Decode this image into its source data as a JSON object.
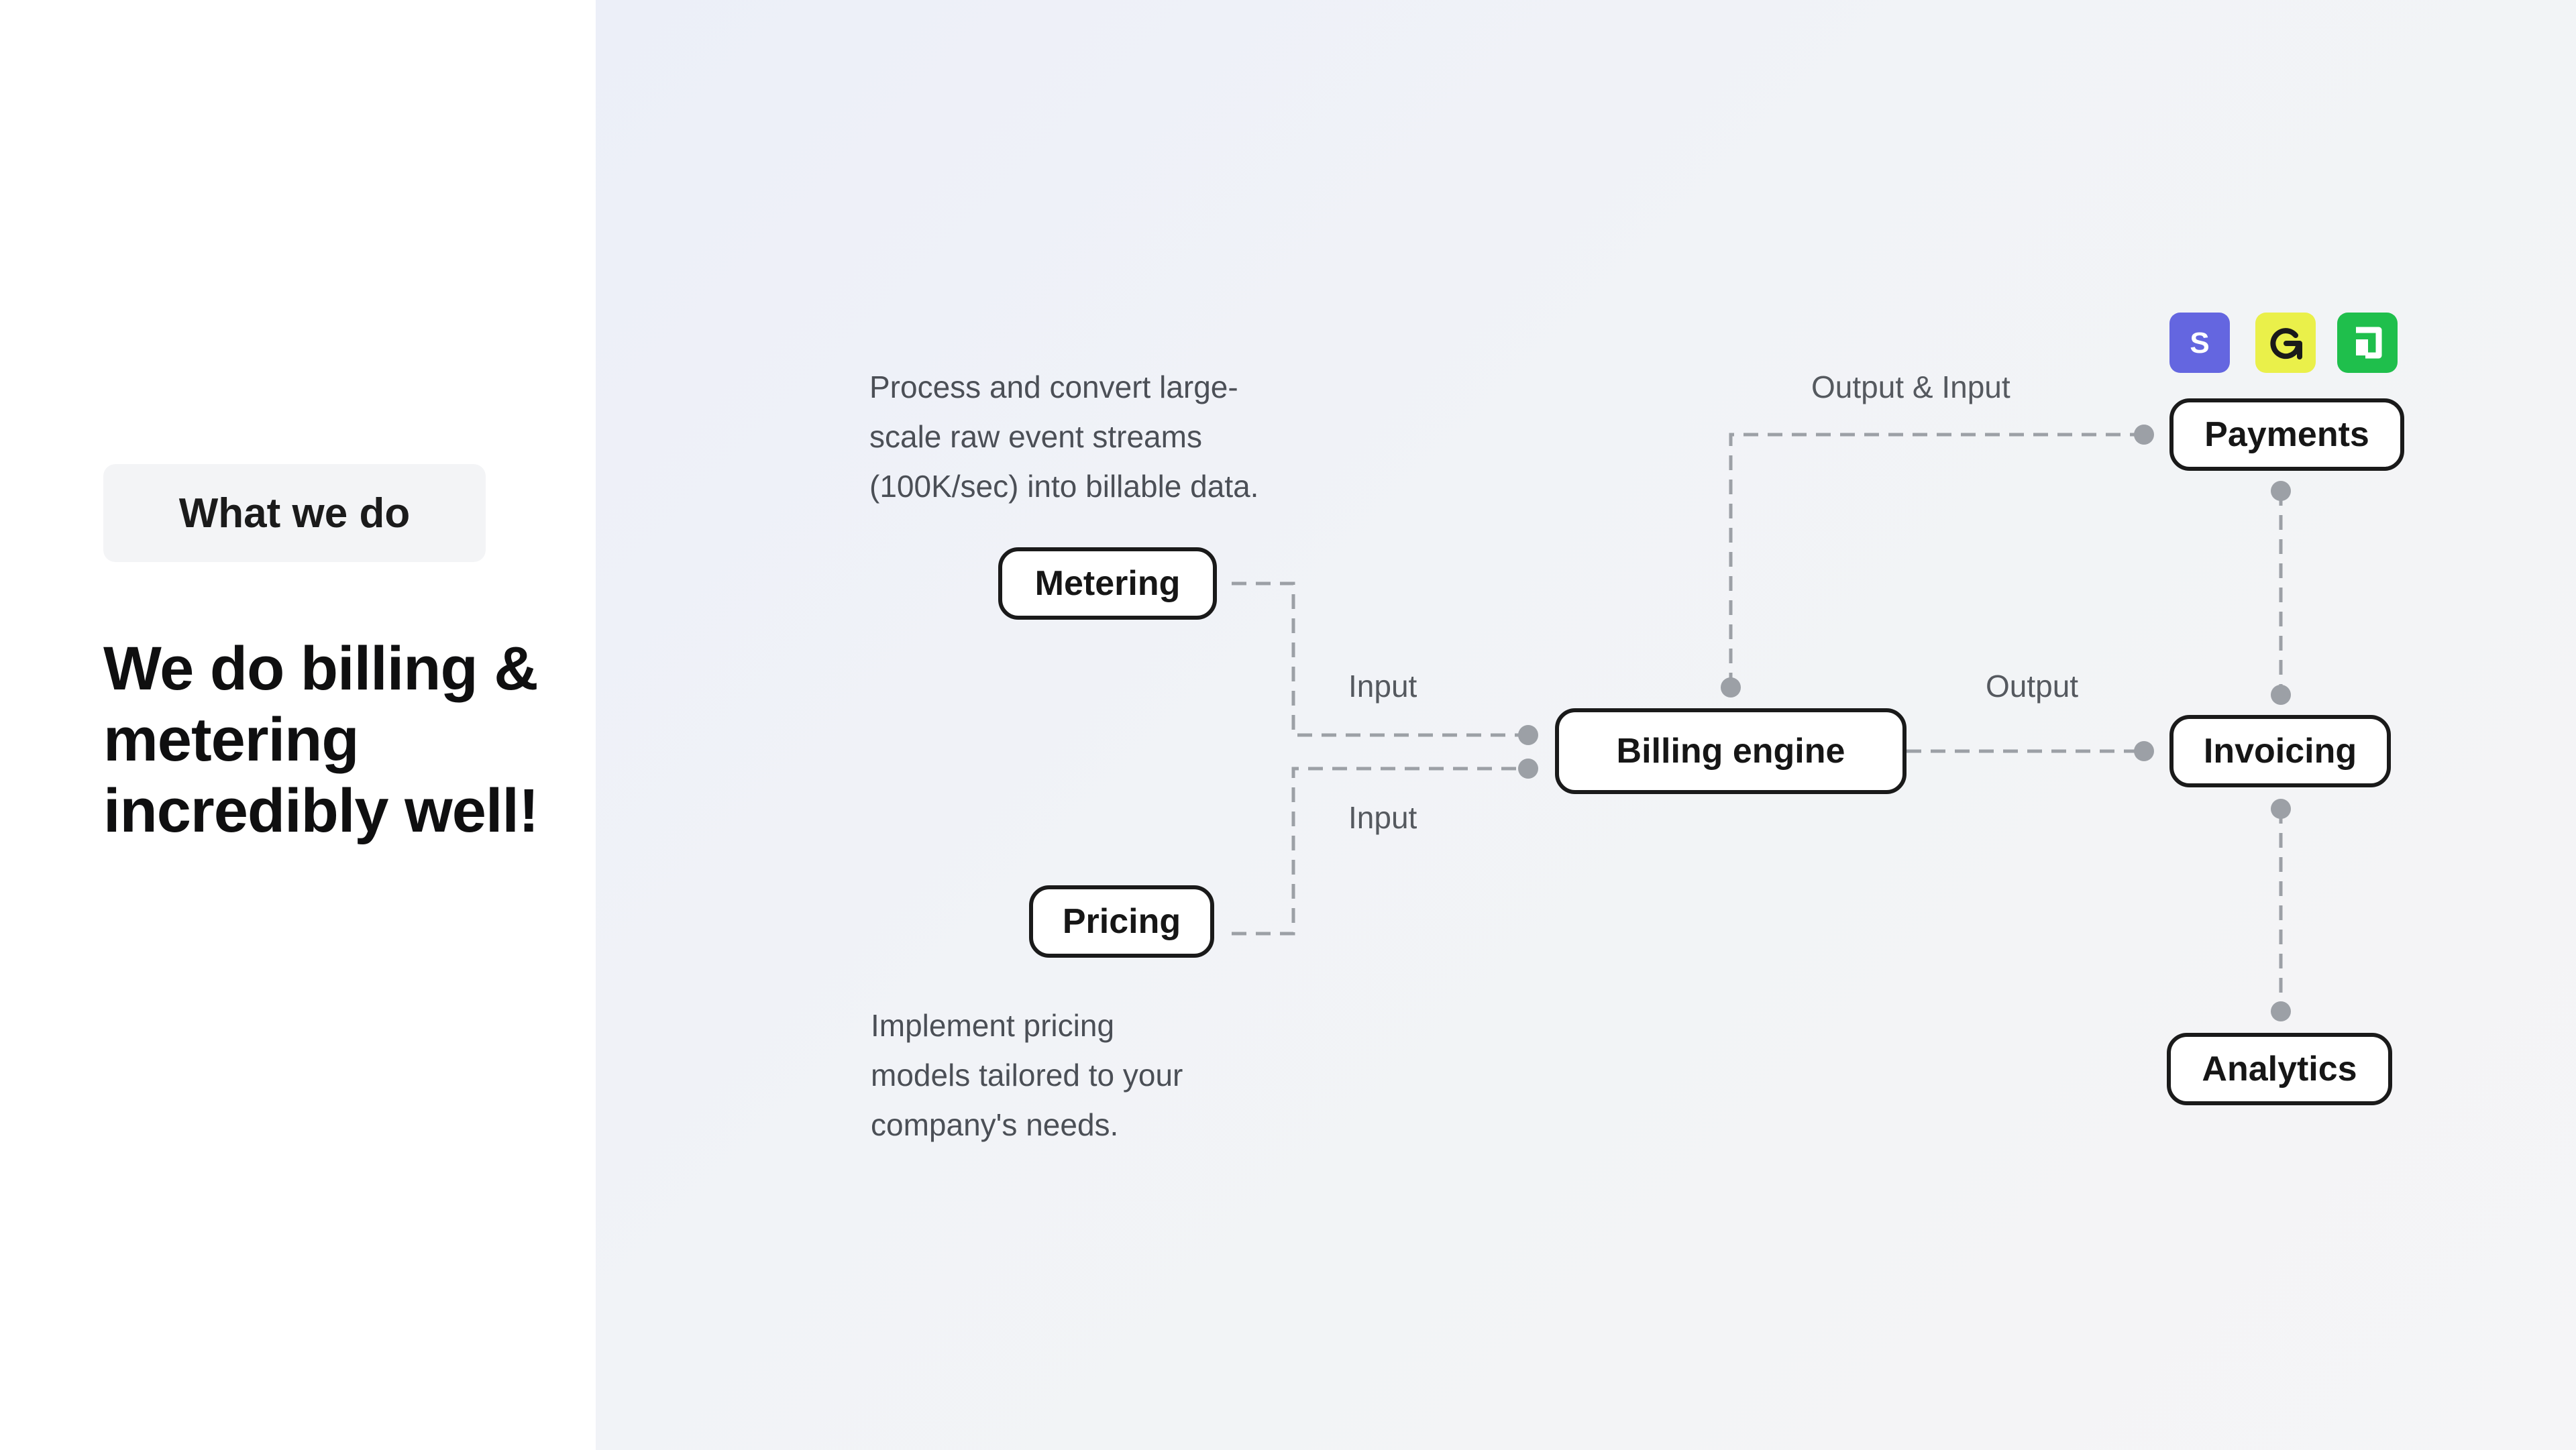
{
  "sidebar": {
    "badge": "What we do",
    "headline": "We do billing & metering incredibly well!"
  },
  "diagram": {
    "nodes": {
      "metering": "Metering",
      "pricing": "Pricing",
      "billing_engine": "Billing engine",
      "payments": "Payments",
      "invoicing": "Invoicing",
      "analytics": "Analytics"
    },
    "descriptions": {
      "metering_line1": "Process and convert large-",
      "metering_line2": "scale raw event streams",
      "metering_line3": "(100K/sec) into billable data.",
      "pricing_line1": "Implement pricing",
      "pricing_line2": "models tailored to your",
      "pricing_line3": "company's needs."
    },
    "edge_labels": {
      "metering_input": "Input",
      "pricing_input": "Input",
      "output_input": "Output & Input",
      "output": "Output"
    },
    "integrations": [
      {
        "name": "stripe-logo",
        "color": "#6466e0",
        "glyph": "S"
      },
      {
        "name": "yellow-logo",
        "color": "#eaf04a",
        "glyph": "G"
      },
      {
        "name": "green-logo",
        "color": "#1fbf4c",
        "glyph": "□"
      }
    ],
    "colors": {
      "line": "#9ca0a6",
      "node_border": "#1a1a1a"
    }
  }
}
